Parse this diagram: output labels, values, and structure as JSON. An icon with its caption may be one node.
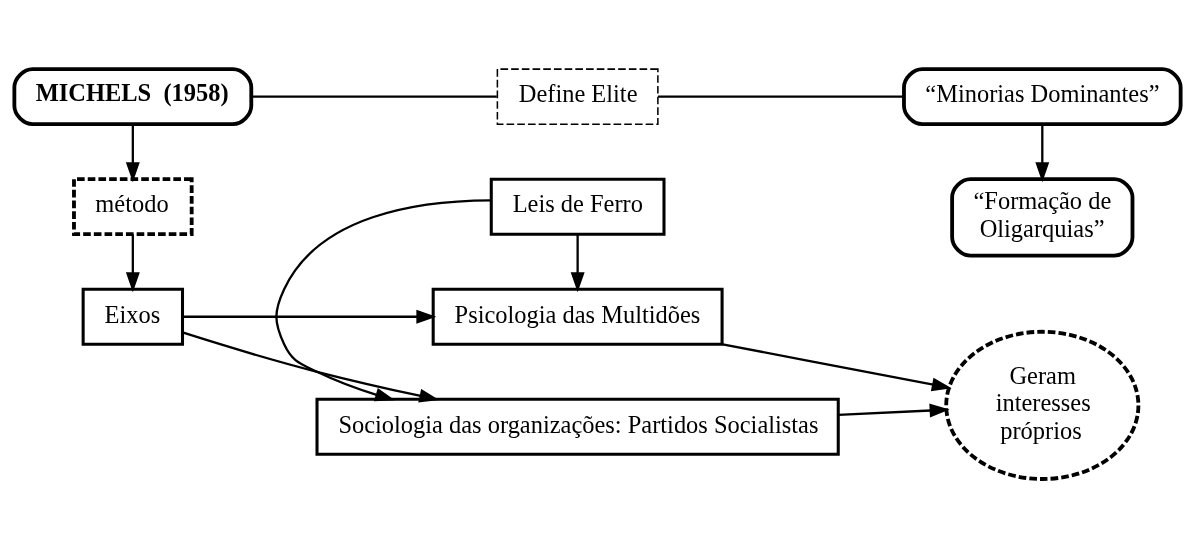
{
  "diagram": {
    "nodes": [
      {
        "text": [
          "MICHELS  (1958)"
        ]
      },
      {
        "text": [
          "Define Elite"
        ]
      },
      {
        "text": [
          "“Minorias Dominantes”"
        ]
      },
      {
        "text": [
          "“Formação de Oligarquias”"
        ]
      },
      {
        "text": [
          "método"
        ]
      },
      {
        "text": [
          "Eixos"
        ]
      },
      {
        "text": [
          "Sociologia das organizações: Partidos Socialistas"
        ]
      },
      {
        "text": [
          "Leis de Ferro"
        ]
      },
      {
        "text": [
          "Psicologia das Multidões"
        ]
      },
      {
        "text": [
          "Geram interesses próprios"
        ]
      }
    ],
    "edges": [
      {
        "from": 0,
        "to": 1,
        "arrow": "none"
      },
      {
        "from": 1,
        "to": 2,
        "arrow": "none"
      },
      {
        "from": 2,
        "to": 3,
        "arrow": "to"
      },
      {
        "from": 0,
        "to": 4,
        "arrow": "to"
      },
      {
        "from": 4,
        "to": 5,
        "arrow": "to"
      },
      {
        "from": 5,
        "to": 6,
        "arrow": "to"
      },
      {
        "from": 5,
        "to": 8,
        "arrow": "to"
      },
      {
        "from": 7,
        "to": 6,
        "arrow": "to"
      },
      {
        "from": 7,
        "to": 8,
        "arrow": "to"
      },
      {
        "from": 6,
        "to": 9,
        "arrow": "to"
      },
      {
        "from": 8,
        "to": 9,
        "arrow": "to"
      }
    ]
  }
}
